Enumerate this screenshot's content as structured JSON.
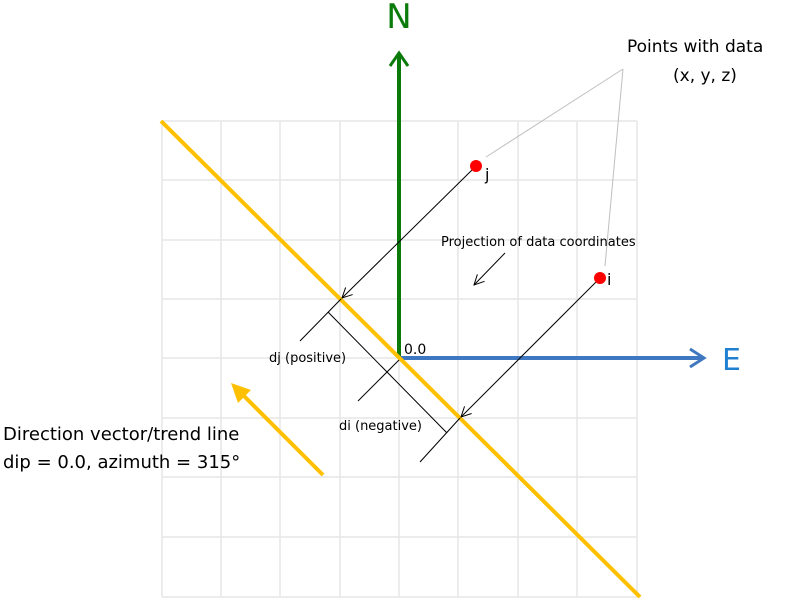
{
  "axes": {
    "north_label": "N",
    "east_label": "E",
    "origin_label": "0.0"
  },
  "points": [
    {
      "label": "j"
    },
    {
      "label": "i"
    }
  ],
  "annotations": {
    "points_title": "Points with data",
    "points_subtitle": "(x, y, z)",
    "projection": "Projection of data coordinates",
    "dj": "dj (positive)",
    "di": "di (negative)",
    "direction_line1": "Direction vector/trend line",
    "direction_line2": "dip = 0.0, azimuth = 315°"
  },
  "colors": {
    "north": "#0a7a0a",
    "east": "#3f78c0",
    "trend": "#ffc000",
    "point": "#ff0000",
    "grid": "#e6e6e6"
  }
}
